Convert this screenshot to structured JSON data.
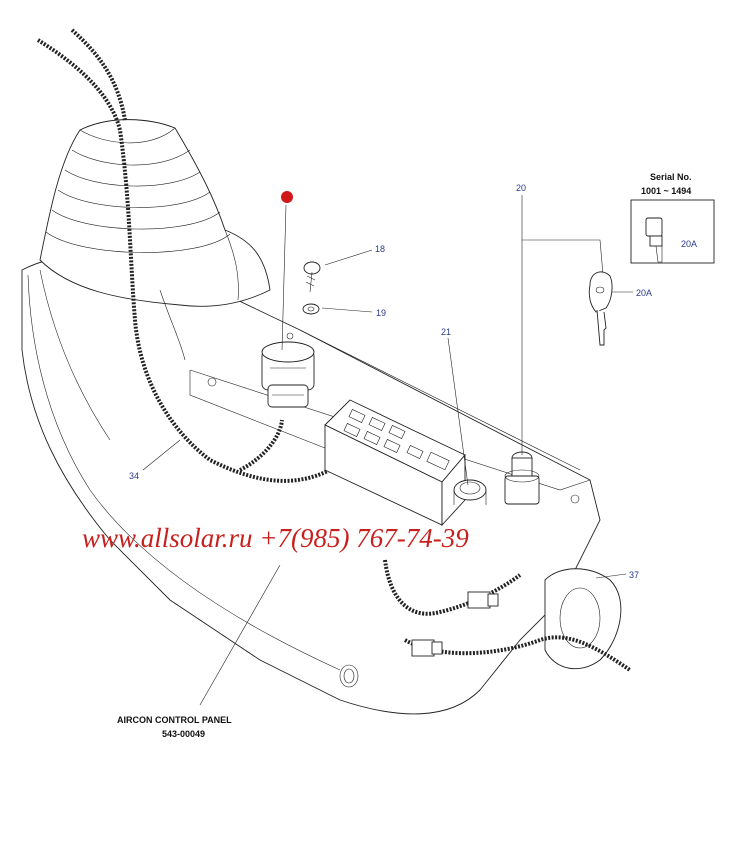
{
  "parts": {
    "p18": "18",
    "p19": "19",
    "p20": "20",
    "p20a_box": "20A",
    "p20a": "20A",
    "p21": "21",
    "p34": "34",
    "p37": "37"
  },
  "serial": {
    "title": "Serial No.",
    "range": "1001 ~ 1494"
  },
  "aircon": {
    "title": "AIRCON CONTROL PANEL",
    "part_no": "543-00049"
  },
  "watermark": "www.allsolar.ru +7(985) 767-74-39",
  "colors": {
    "label_blue": "#2b3a8a",
    "watermark_red": "#c8201e",
    "line": "#222222"
  }
}
